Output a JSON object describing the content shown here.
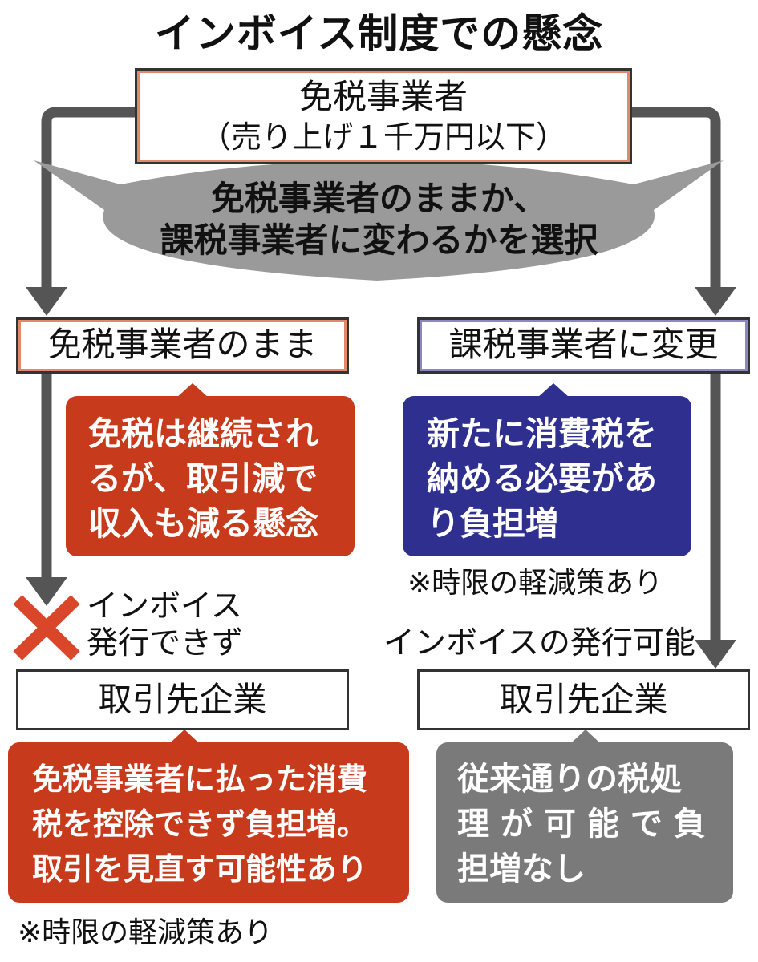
{
  "title": "インボイス制度での懸念",
  "top_box": {
    "line1": "免税事業者",
    "line2": "（売り上げ１千万円以下）"
  },
  "choice_bubble": {
    "line1": "免税事業者のままか、",
    "line2": "課税事業者に変わるかを選択"
  },
  "left_option": {
    "label": "免税事業者のまま",
    "consequence": [
      "免税は継続され",
      "るが、取引減で",
      "収入も減る懸念"
    ],
    "invoice_status": [
      "インボイス",
      "発行できず"
    ],
    "partner_label": "取引先企業",
    "partner_effect": [
      "免税事業者に払った消費",
      "税を控除できず負担増。",
      "取引を見直す可能性あり"
    ],
    "note": "※時限の軽減策あり"
  },
  "right_option": {
    "label": "課税事業者に変更",
    "consequence": [
      "新たに消費税を",
      "納める必要があ",
      "り負担増"
    ],
    "note": "※時限の軽減策あり",
    "invoice_status": "インボイスの発行可能",
    "partner_label": "取引先企業",
    "partner_effect": [
      "従来通りの税処",
      "理 が 可 能 で 負",
      "担増なし"
    ]
  },
  "colors": {
    "red": "#c83a1c",
    "blue": "#2e2f8e",
    "gray": "#7a7a7a",
    "bubble": "#9a9a9a",
    "arrow": "#555555",
    "cross": "#d9462a"
  }
}
